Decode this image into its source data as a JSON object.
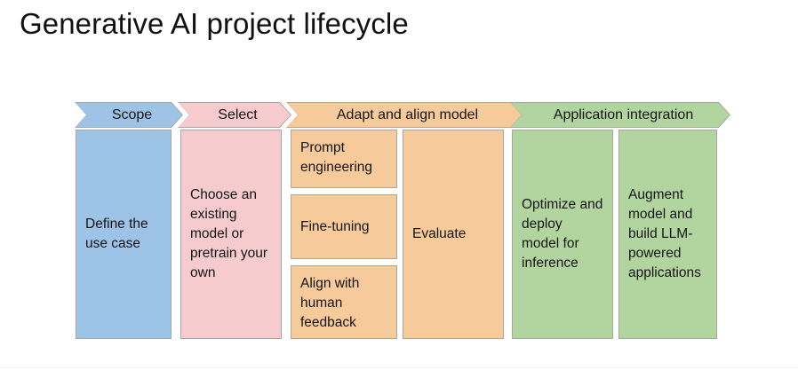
{
  "slide": {
    "title": "Generative AI project lifecycle",
    "background": "#ffffff"
  },
  "palette": {
    "scope_fill": "#9dc3e6",
    "select_fill": "#f5cbcd",
    "adapt_fill": "#f6ca9a",
    "application_fill": "#b2d5a0",
    "outline": "#a6a6a6",
    "text": "#141414"
  },
  "stages": [
    {
      "key": "scope",
      "header": "Scope",
      "fill": "#9dc3e6",
      "boxes": [
        {
          "name": "define-the-use-case",
          "text": "Define the use case"
        }
      ]
    },
    {
      "key": "select",
      "header": "Select",
      "fill": "#f5cbcd",
      "boxes": [
        {
          "name": "choose-model",
          "text": "Choose an existing model or pretrain your own"
        }
      ]
    },
    {
      "key": "adapt-and-align-model",
      "header": "Adapt and align model",
      "fill": "#f6ca9a",
      "boxes": [
        {
          "name": "prompt-engineering",
          "text": "Prompt engineering"
        },
        {
          "name": "fine-tuning",
          "text": "Fine-tuning"
        },
        {
          "name": "align-with-human-feedback",
          "text": "Align with human feedback"
        },
        {
          "name": "evaluate",
          "text": "Evaluate"
        }
      ]
    },
    {
      "key": "application-integration",
      "header": "Application integration",
      "fill": "#b2d5a0",
      "boxes": [
        {
          "name": "optimize-and-deploy",
          "text": "Optimize and deploy model for inference"
        },
        {
          "name": "augment-model",
          "text": "Augment model and build LLM-powered applications"
        }
      ]
    }
  ]
}
